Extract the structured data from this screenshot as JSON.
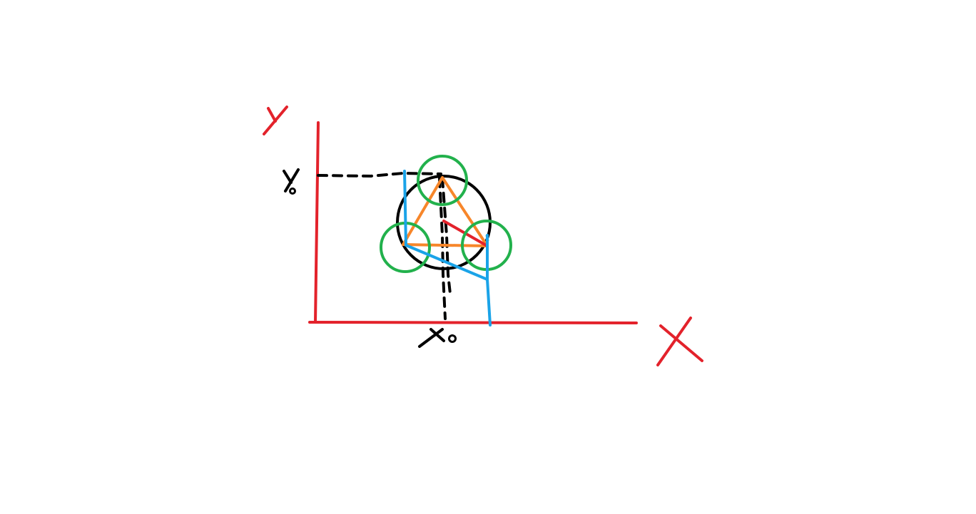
{
  "labels": {
    "y_axis": "y",
    "x_axis": "X",
    "y0": "y",
    "x0": "x"
  },
  "colors": {
    "axes": "#e3222b",
    "triangle": "#f7862a",
    "wheels": "#22b14c",
    "body": "#000000",
    "guides": "#000000",
    "arms": "#1aa3e8",
    "radius": "#e3222b",
    "background": "#ffffff"
  }
}
